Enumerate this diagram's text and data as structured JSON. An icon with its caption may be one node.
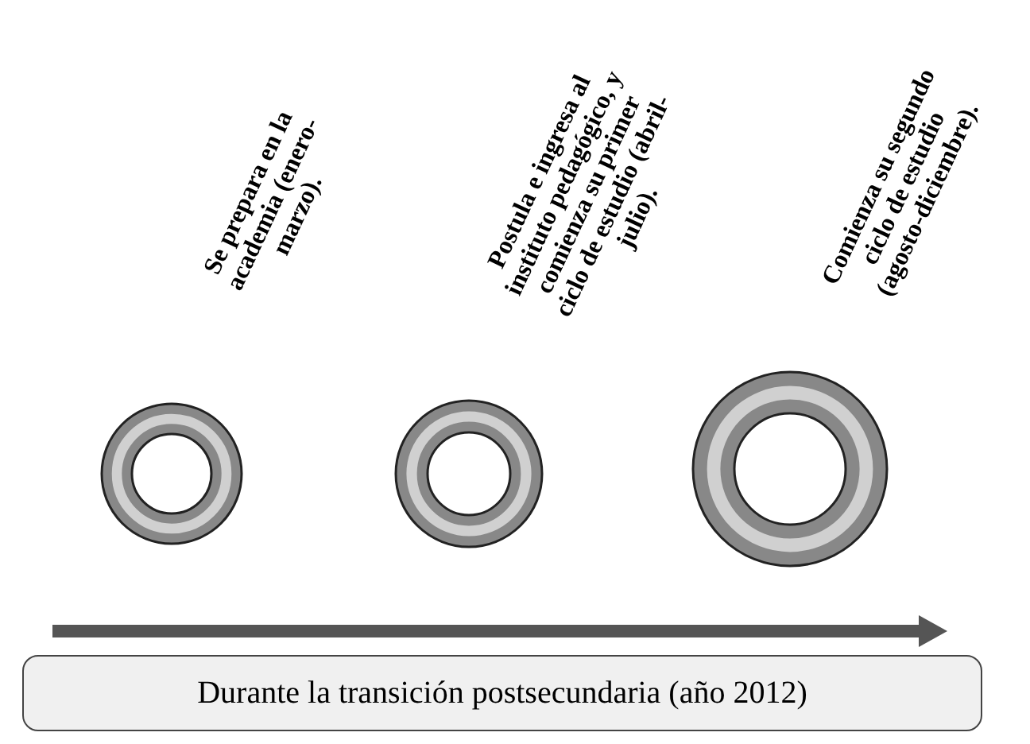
{
  "diagram": {
    "nodes": [
      {
        "text": [],
        "shape": "circle"
      },
      {
        "text": [],
        "shape": "circle"
      },
      {
        "text": [],
        "shape": "circle"
      },
      {
        "text": [
          "Durante la transición postsecundaria (año 2012)"
        ]
      }
    ],
    "edges": [],
    "labels": [
      "Se prepara en la academia (enero-marzo).",
      "Postula e ingresa al instituto pedagógico, y comienza su primer ciclo de estudio (abril-julio).",
      "Comienza su segundo ciclo de estudio (agosto-diciembre)."
    ]
  }
}
